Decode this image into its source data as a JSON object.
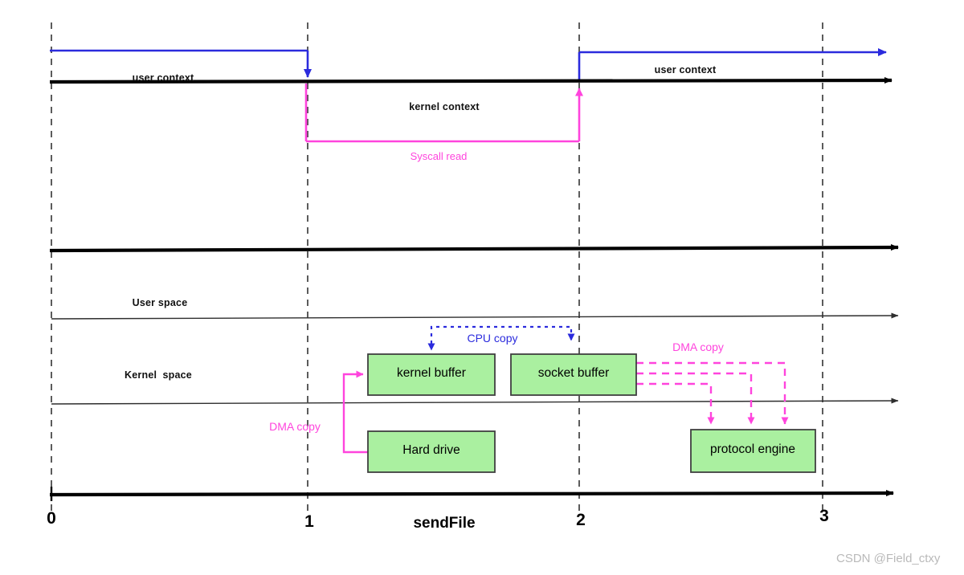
{
  "diagram": {
    "title": "sendFile zero-copy timeline",
    "colors": {
      "blue": "#2b2bdd",
      "magenta": "#ff44dd",
      "box_fill": "#aaf0a0",
      "box_stroke": "#404040",
      "axis": "#000000",
      "guide": "#333333",
      "watermark": "#b9b9b9"
    },
    "context_labels": [
      {
        "name": "user-context-left",
        "text": "user context"
      },
      {
        "name": "kernel-context",
        "text": "kernel context"
      },
      {
        "name": "user-context-right",
        "text": "user context"
      }
    ],
    "syscall_label": "Syscall read",
    "space_labels": [
      {
        "name": "user-space",
        "text": "User space"
      },
      {
        "name": "kernel-space",
        "text": "Kernel  space"
      }
    ],
    "boxes": [
      {
        "name": "kernel-buffer",
        "text": "kernel buffer"
      },
      {
        "name": "socket-buffer",
        "text": "socket buffer"
      },
      {
        "name": "hard-drive",
        "text": "Hard drive"
      },
      {
        "name": "protocol-engine",
        "text": "protocol engine"
      }
    ],
    "copy_labels": [
      {
        "name": "cpu-copy",
        "text": "CPU copy"
      },
      {
        "name": "dma-copy-right",
        "text": "DMA copy"
      },
      {
        "name": "dma-copy-left",
        "text": "DMA copy"
      }
    ],
    "axis": {
      "label": "sendFile",
      "ticks": [
        "0",
        "1",
        "2",
        "3"
      ]
    },
    "watermark": "CSDN @Field_ctxy"
  }
}
